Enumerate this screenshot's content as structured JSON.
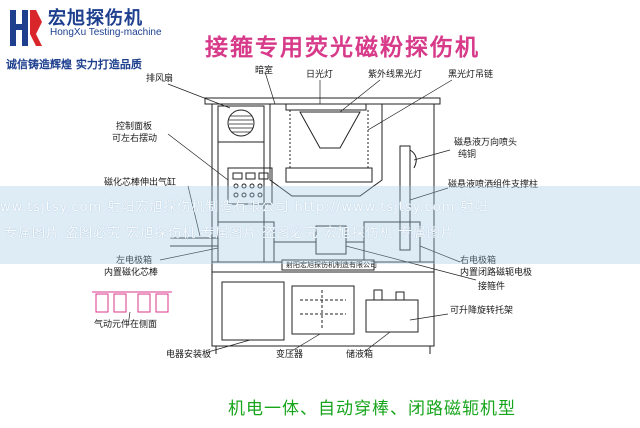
{
  "header": {
    "logo_text": "宏旭探伤机",
    "logo_en": "HongXu Testing-machine",
    "slogan": "诚信铸造辉煌 实力打造品质",
    "main_title": "接箍专用荧光磁粉探伤机"
  },
  "labels": {
    "exhaust_fan": "排风扇",
    "darkroom": "暗室",
    "fluorescent_lamp": "日光灯",
    "uv_lamp": "紫外线黑光灯",
    "lamp_chain": "黑光灯吊链",
    "control_panel_1": "控制面板",
    "control_panel_2": "可左右摆动",
    "nozzle_1": "磁悬液万向喷头",
    "nozzle_2": "纯铜",
    "cylinder_1": "磁化芯棒伸出气缸",
    "cylinder_2": "",
    "spray_bracket": "磁悬液喷洒组件支撑柱",
    "left_electrode_1": "左电极箱",
    "left_electrode_2": "内置磁化芯棒",
    "yoke_1": "右电极箱",
    "yoke_2": "内置闭路磁轭电极",
    "workpiece": "接箍件",
    "pneumatic": "气动元件在侧面",
    "lift_tray": "可升降旋转托架",
    "electrical_board": "电器安装板",
    "transformer": "变压器",
    "tank": "储液箱",
    "nameplate": "射阳宏旭探伤机制造有限公司"
  },
  "watermark": {
    "line1": "ww.tsjtsy.com  射阳宏旭探伤机制造有限公司  http://www.tsjtsy.com  射阳",
    "line2": "专属图片  盗图必究    宏旭探伤机  专属图片  盗图必究    宏旭探伤机  专属图片"
  },
  "footer": {
    "subtitle": "机电一体、自动穿棒、闭路磁轭机型"
  },
  "colors": {
    "brand_blue": "#1d3f8e",
    "title_pink": "#d83a8a",
    "subtitle_green": "#17a51c",
    "diagram_ink": "#222222",
    "logo_red": "#d9262b"
  }
}
